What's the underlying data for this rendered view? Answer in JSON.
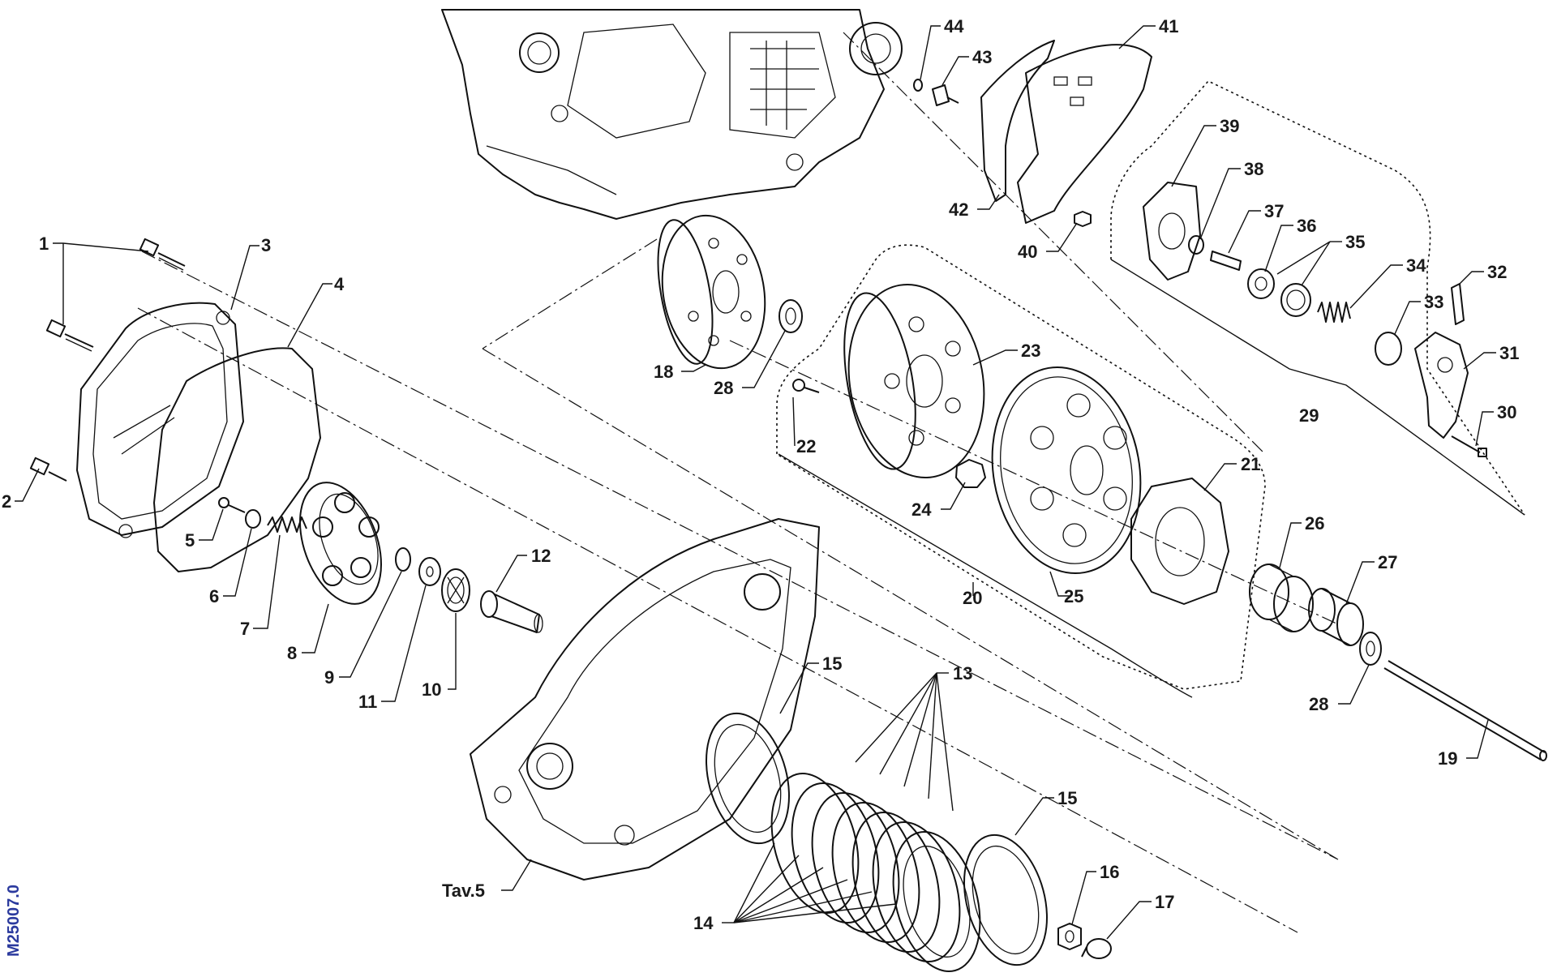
{
  "diagram": {
    "drawing_code": "M25007.0",
    "reference_label": "Tav.5",
    "callouts": [
      "1",
      "2",
      "3",
      "4",
      "5",
      "6",
      "7",
      "8",
      "9",
      "10",
      "11",
      "12",
      "13",
      "14",
      "15",
      "15",
      "16",
      "17",
      "18",
      "19",
      "20",
      "21",
      "22",
      "23",
      "24",
      "25",
      "26",
      "27",
      "28",
      "28",
      "29",
      "30",
      "31",
      "32",
      "33",
      "34",
      "35",
      "36",
      "37",
      "38",
      "39",
      "40",
      "41",
      "42",
      "43",
      "44"
    ]
  }
}
